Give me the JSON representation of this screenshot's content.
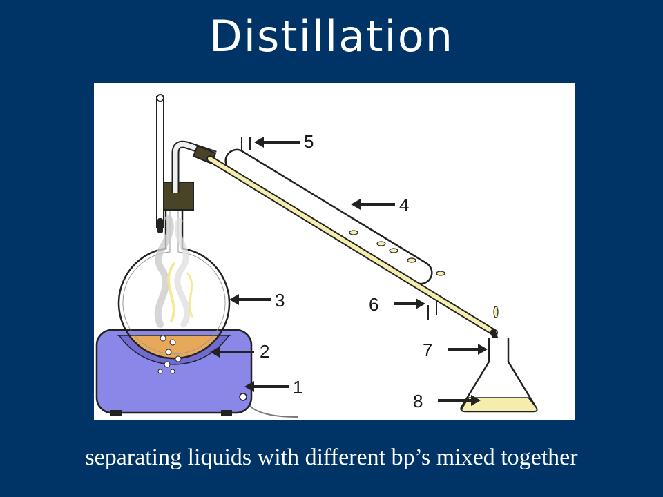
{
  "slide": {
    "title": "Distillation",
    "subtitle": "separating liquids with different bp’s mixed together"
  },
  "diagram": {
    "labels": [
      "1",
      "2",
      "3",
      "4",
      "5",
      "6",
      "7",
      "8"
    ]
  },
  "colors": {
    "background": "#003466",
    "heater": "#8B87E8",
    "liquid": "#E8A85A",
    "distillate": "#F4EDAE"
  }
}
